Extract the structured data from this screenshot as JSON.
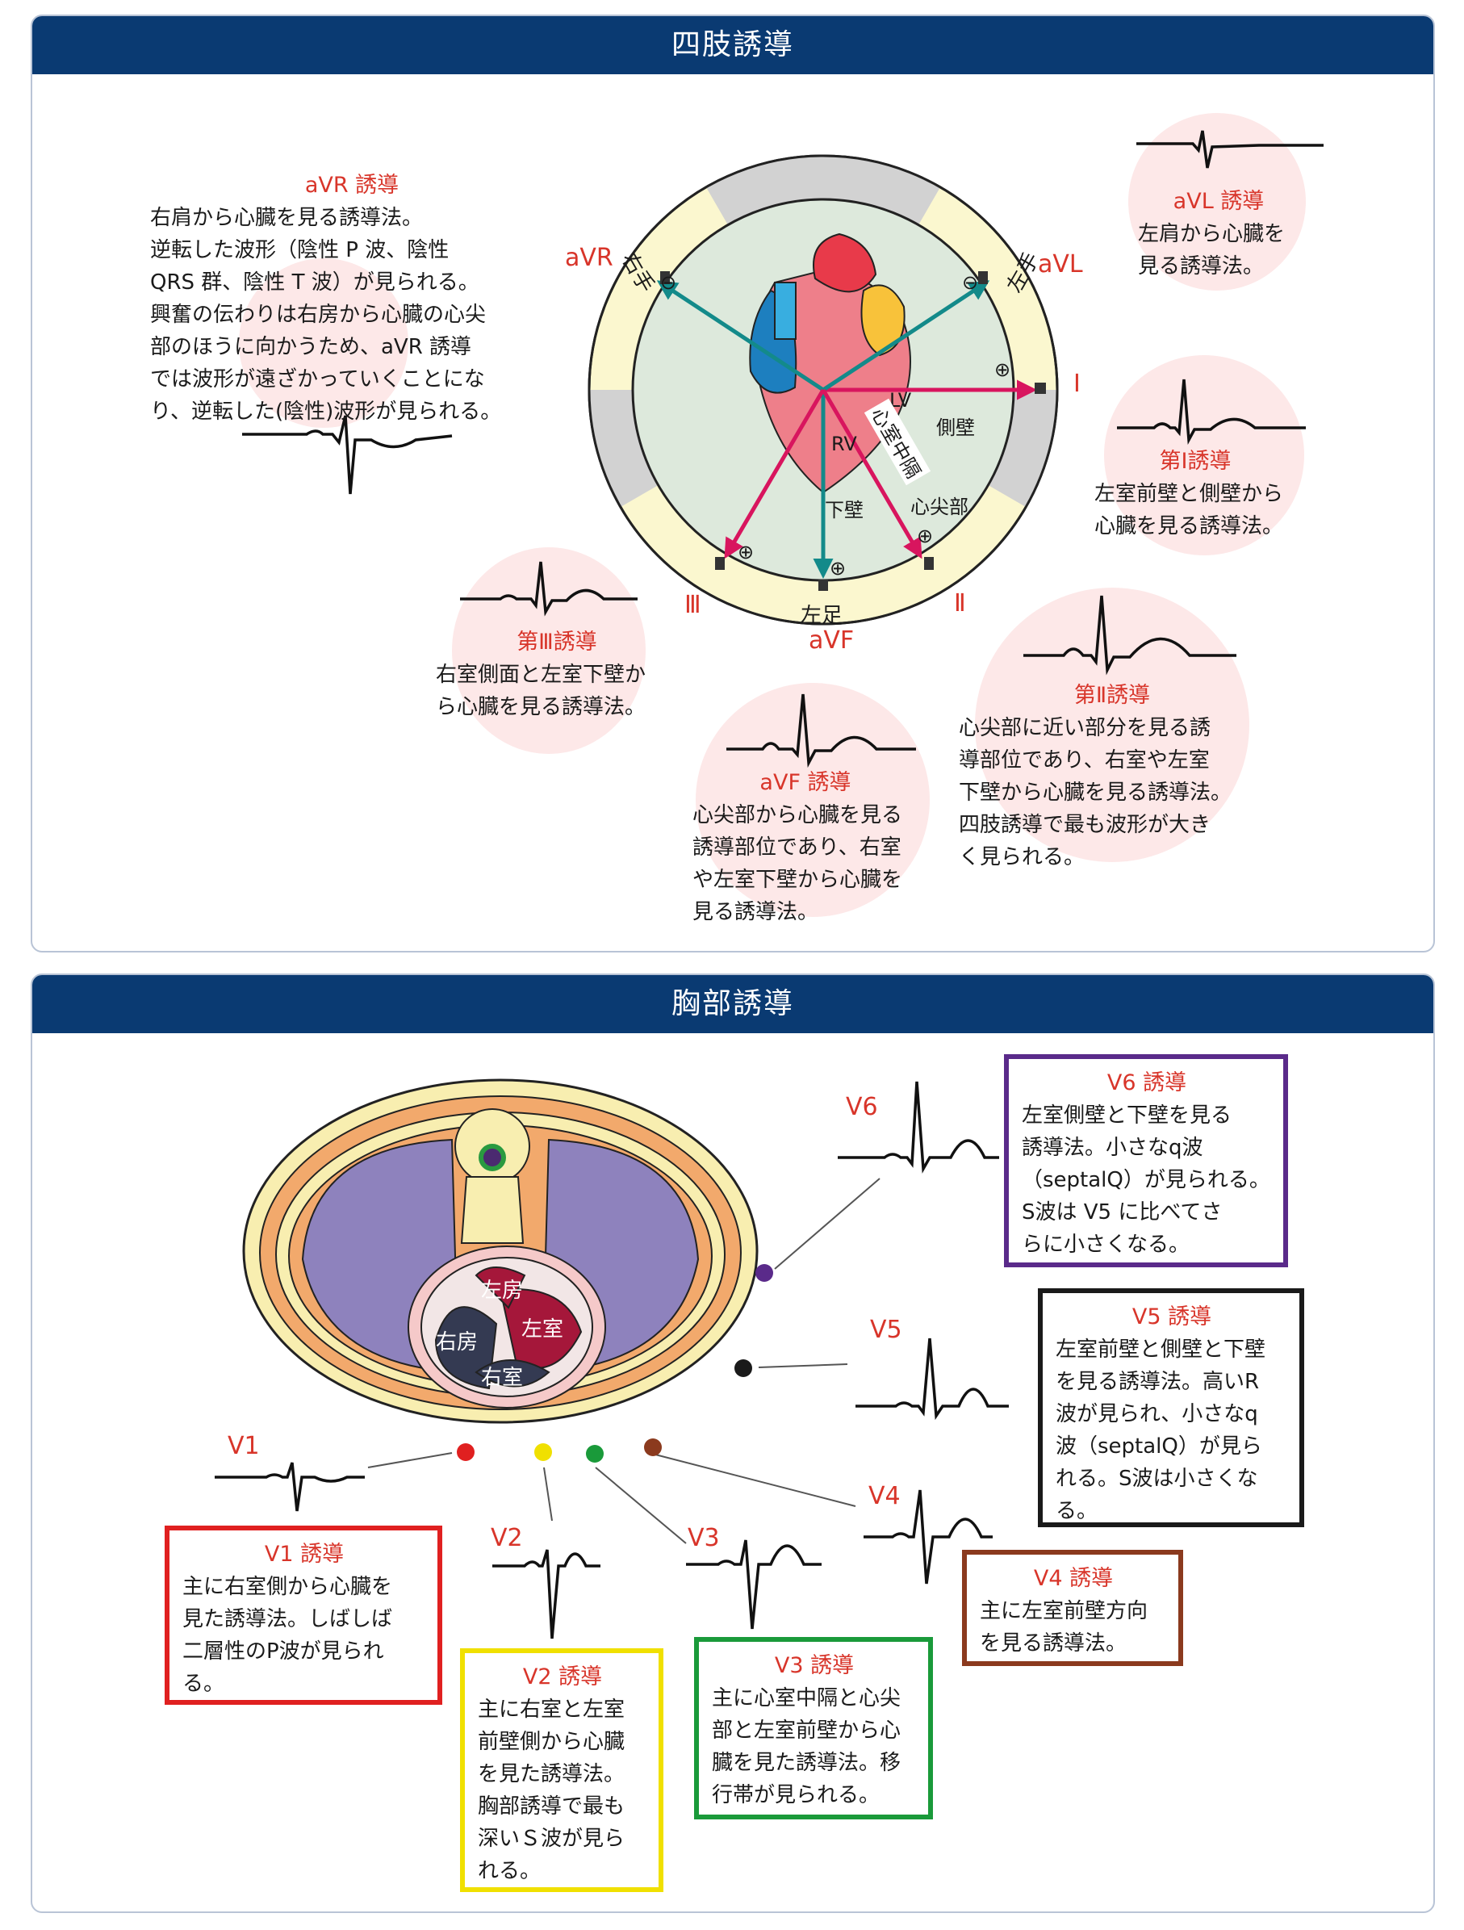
{
  "limb": {
    "title": "四肢誘導",
    "labels": {
      "avr": "aVR",
      "avl": "aVL",
      "lead1": "Ⅰ",
      "lead2": "Ⅱ",
      "lead3": "Ⅲ",
      "avf": "aVF"
    },
    "body": {
      "right_hand": "右手",
      "left_hand": "左手",
      "left_foot": "左足"
    },
    "anatomy": {
      "lv": "LV",
      "rv": "RV",
      "septum": "心室中隔",
      "lateral": "側壁",
      "inferior": "下壁",
      "apex": "心尖部"
    },
    "signs": {
      "minus": "⊖",
      "plus": "⊕"
    },
    "avr": {
      "title": "aVR 誘導",
      "lines": [
        "右肩から心臓を見る誘導法。",
        "逆転した波形（陰性 P 波、陰性",
        "QRS 群、陰性 T 波）が見られる。",
        "興奮の伝わりは右房から心臓の心尖",
        "部のほうに向かうため、aVR 誘導",
        "では波形が遠ざかっていくことにな",
        "り、逆転した(陰性)波形が見られる。"
      ]
    },
    "avl": {
      "title": "aVL 誘導",
      "lines": [
        "左肩から心臓を",
        "見る誘導法。"
      ]
    },
    "l1": {
      "title": "第Ⅰ誘導",
      "lines": [
        "左室前壁と側壁から",
        "心臓を見る誘導法。"
      ]
    },
    "l3": {
      "title": "第Ⅲ誘導",
      "lines": [
        "右室側面と左室下壁か",
        "ら心臓を見る誘導法。"
      ]
    },
    "l2": {
      "title": "第Ⅱ誘導",
      "lines": [
        "心尖部に近い部分を見る誘",
        "導部位であり、右室や左室",
        "下壁から心臓を見る誘導法。",
        "四肢誘導で最も波形が大き",
        "く見られる。"
      ]
    },
    "avf": {
      "title": "aVF 誘導",
      "lines": [
        "心尖部から心臓を見る",
        "誘導部位であり、右室",
        "や左室下壁から心臓を",
        "見る誘導法。"
      ]
    }
  },
  "chest": {
    "title": "胸部誘導",
    "chambers": {
      "la": "左房",
      "ra": "右房",
      "lv": "左室",
      "rv": "右室"
    },
    "leads": {
      "v1": {
        "label": "V1",
        "title": "V1 誘導",
        "color": "#e02020",
        "lines": [
          "主に右室側から心臓を",
          "見た誘導法。しばしば",
          "二層性のP波が見られ",
          "る。"
        ]
      },
      "v2": {
        "label": "V2",
        "title": "V2 誘導",
        "color": "#f0e000",
        "lines": [
          "主に右室と左室",
          "前壁側から心臓",
          "を見た誘導法。",
          "胸部誘導で最も",
          "深いＳ波が見ら",
          "れる。"
        ]
      },
      "v3": {
        "label": "V3",
        "title": "V3 誘導",
        "color": "#1a9a3a",
        "lines": [
          "主に心室中隔と心尖",
          "部と左室前壁から心",
          "臓を見た誘導法。移",
          "行帯が見られる。"
        ]
      },
      "v4": {
        "label": "V4",
        "title": "V4 誘導",
        "color": "#8b3a1e",
        "lines": [
          "主に左室前壁方向",
          "を見る誘導法。"
        ]
      },
      "v5": {
        "label": "V5",
        "title": "V5 誘導",
        "color": "#1a1a1a",
        "lines": [
          "左室前壁と側壁と下壁",
          "を見る誘導法。高いR",
          "波が見られ、小さなq",
          "波（septalQ）が見ら",
          "れる。S波は小さくな",
          "る。"
        ]
      },
      "v6": {
        "label": "V6",
        "title": "V6 誘導",
        "color": "#5a2a8a",
        "lines": [
          "左室側壁と下壁を見る",
          "誘導法。小さなq波",
          "（septalQ）が見られる。",
          "S波は V5 に比べてさ",
          "らに小さくなる。"
        ]
      }
    }
  },
  "colors": {
    "header": "#0a3a72",
    "accent_red": "#d8352a",
    "teal": "#138a8a",
    "magenta": "#d8155e"
  }
}
